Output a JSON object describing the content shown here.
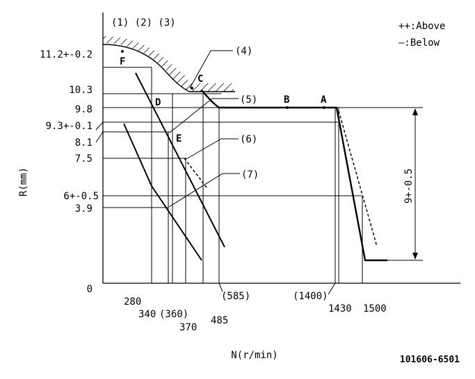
{
  "diagram": {
    "labels": {
      "top_labels": "(1) (2) (3)",
      "legend_above": "++:Above",
      "legend_below": "—:Below",
      "callout_4": "(4)",
      "callout_5": "(5)",
      "callout_6": "(6)",
      "callout_7": "(7)",
      "ylabel": "R(mm)",
      "xlabel": "N(r/min)",
      "doc_number": "101606-6501",
      "right_dimension": "9+-0.5",
      "point_a": "A",
      "point_b": "B",
      "point_c": "C",
      "point_d": "D",
      "point_e": "E",
      "point_f": "F"
    },
    "y_ticks": [
      "11.2+-0.2",
      "10.3",
      "9.8",
      "9.3+-0.1",
      "8.1",
      "7.5",
      "6+-0.5",
      "3.9",
      "0"
    ],
    "x_ticks": [
      "280",
      "340",
      "(360)",
      "370",
      "485",
      "(585)",
      "(1400)",
      "1430",
      "1500"
    ]
  }
}
